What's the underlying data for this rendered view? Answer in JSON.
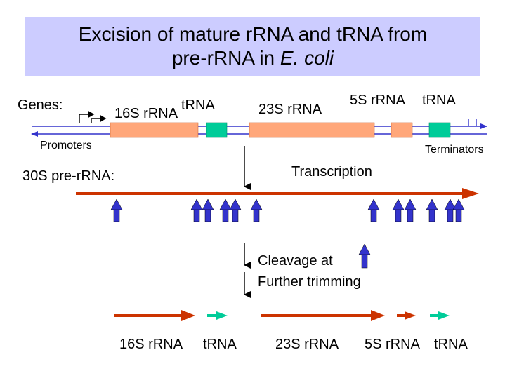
{
  "title": {
    "line1": "Excision of mature rRNA and tRNA from",
    "line2_prefix": "pre-rRNA in ",
    "line2_italic": "E. coli"
  },
  "gene_map": {
    "genes_label": "Genes:",
    "promoters_label": "Promoters",
    "terminators_label": "Terminators",
    "gene_labels": [
      "16S rRNA",
      "tRNA",
      "23S rRNA",
      "5S rRNA",
      "tRNA"
    ],
    "colors": {
      "rrna": "#ffa77a",
      "trna": "#00cc99",
      "dna_line": "#3333cc"
    }
  },
  "transcript": {
    "label": "30S pre-rRNA:",
    "transcription_label": "Transcription",
    "color": "#cc3300",
    "cleavage_color": "#3333cc"
  },
  "processing": {
    "cleavage_label": "Cleavage at",
    "trimming_label": "Further trimming"
  },
  "products": {
    "labels": [
      "16S rRNA",
      "tRNA",
      "23S rRNA",
      "5S rRNA",
      "tRNA"
    ]
  }
}
